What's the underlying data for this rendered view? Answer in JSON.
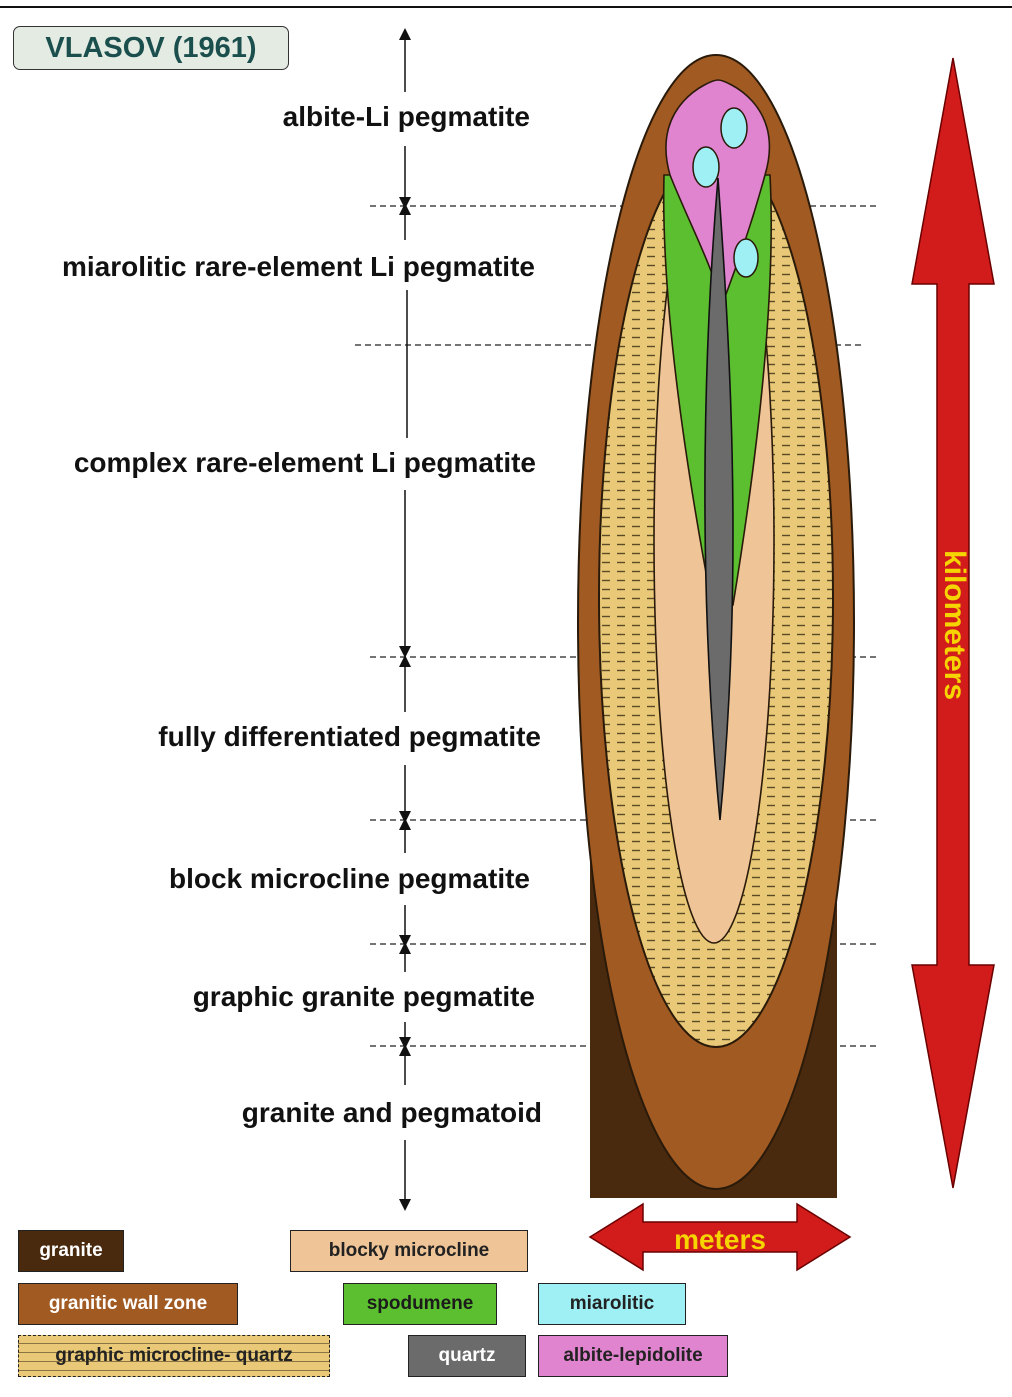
{
  "title": "VLASOV (1961)",
  "zones": [
    "albite-Li pegmatite",
    "miarolitic rare-element Li pegmatite",
    "complex rare-element Li pegmatite",
    "fully differentiated pegmatite",
    "block microcline pegmatite",
    "graphic granite pegmatite",
    "granite and pegmatoid"
  ],
  "scale": {
    "vertical": "kilometers",
    "horizontal": "meters"
  },
  "legend": [
    {
      "label": "granite",
      "color": "#4a2a0f"
    },
    {
      "label": "blocky microcline",
      "color": "#efc497"
    },
    {
      "label": "granitic wall zone",
      "color": "#a05a22"
    },
    {
      "label": "spodumene",
      "color": "#5cbf30"
    },
    {
      "label": "miarolitic",
      "color": "#9ef0f4"
    },
    {
      "label": "graphic microcline- quartz",
      "color": "#e9c978"
    },
    {
      "label": "quartz",
      "color": "#6b6b6b"
    },
    {
      "label": "albite-lepidolite",
      "color": "#e184cf"
    }
  ],
  "colors": {
    "arrow_red": "#d21c1c",
    "scale_text": "#f5d400",
    "title_text": "#1b4f4d"
  }
}
